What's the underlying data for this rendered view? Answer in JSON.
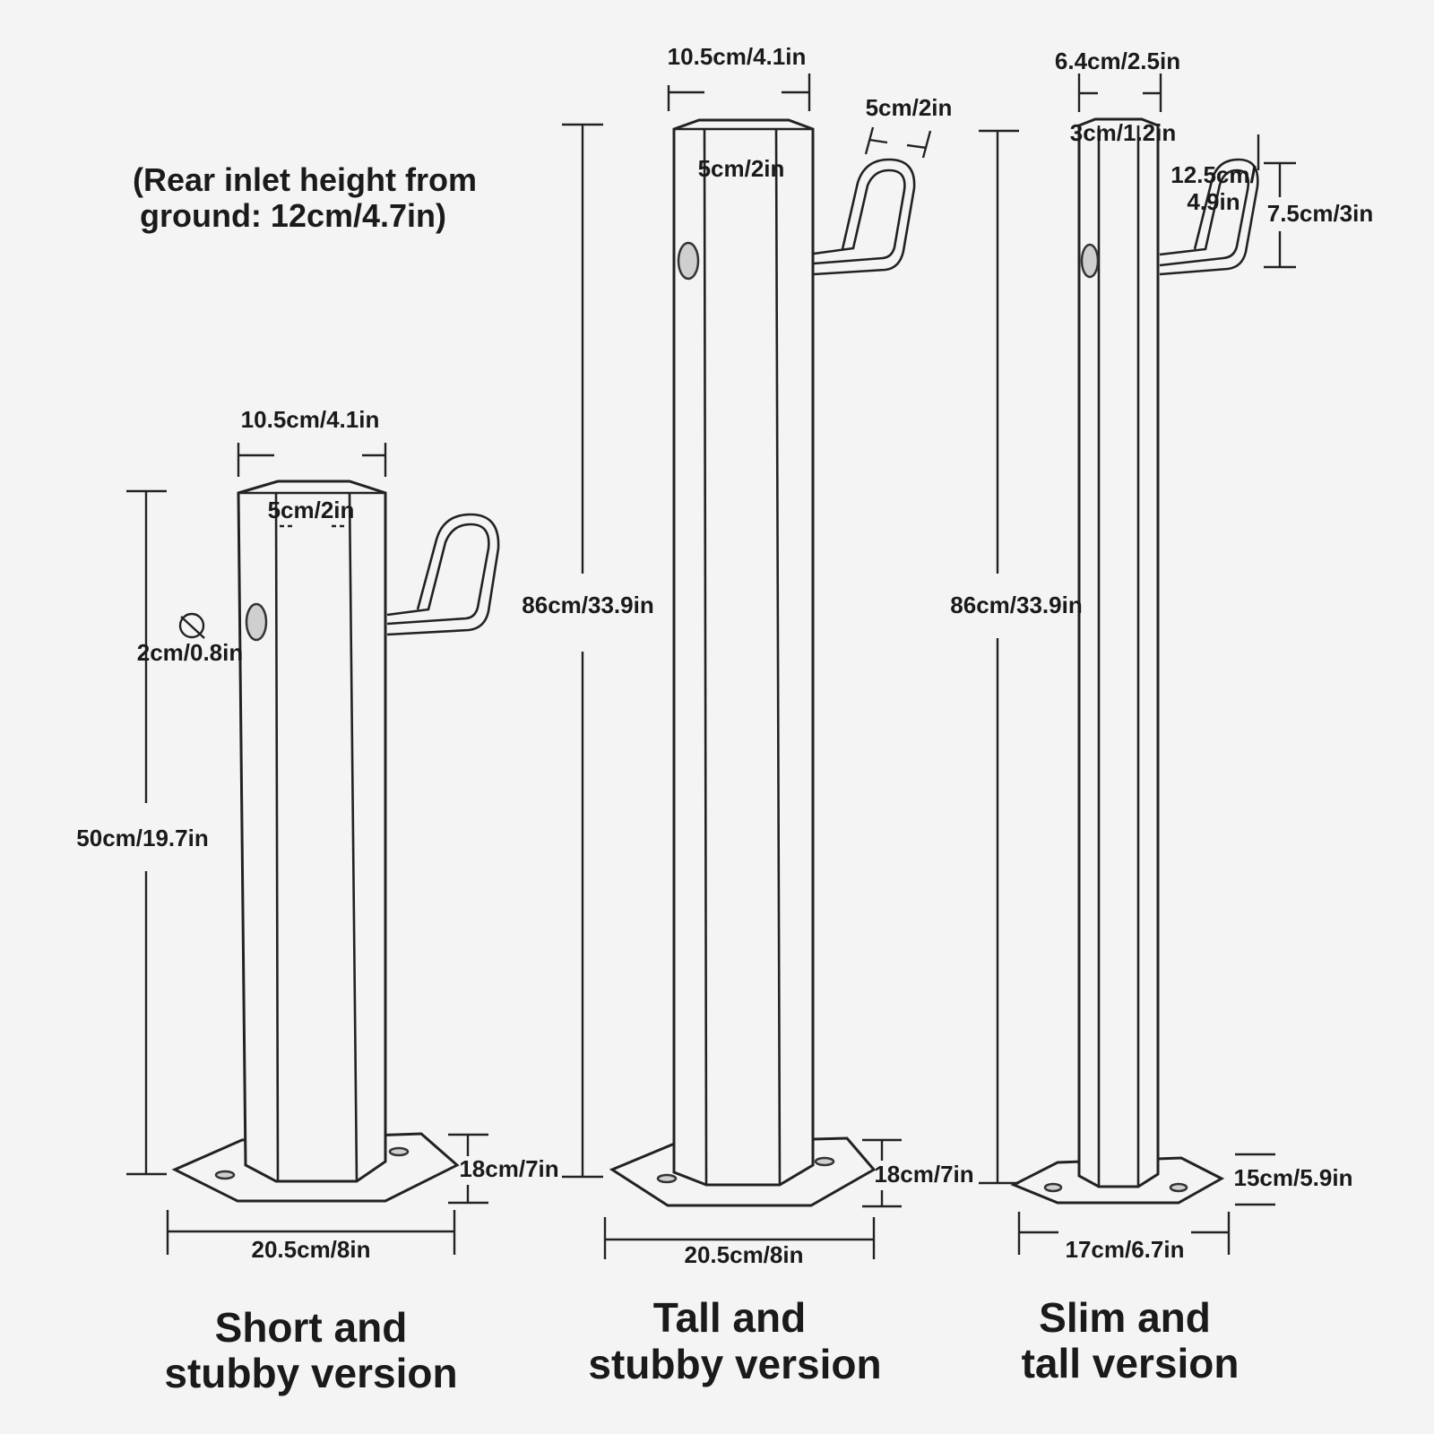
{
  "note": {
    "line1": "(Rear inlet height from",
    "line2": "ground: 12cm/4.7in)"
  },
  "short_version": {
    "title_line1": "Short and",
    "title_line2": "stubby version",
    "top_width": "10.5cm/4.1in",
    "flat_width": "5cm/2in",
    "hole_diameter": "2cm/0.8in",
    "height": "50cm/19.7in",
    "base_height": "18cm/7in",
    "base_width": "20.5cm/8in"
  },
  "tall_stubby_version": {
    "title_line1": "Tall and",
    "title_line2": "stubby version",
    "top_width": "10.5cm/4.1in",
    "flat_width": "5cm/2in",
    "handle_width": "5cm/2in",
    "height": "86cm/33.9in",
    "base_height": "18cm/7in",
    "base_width": "20.5cm/8in"
  },
  "slim_tall_version": {
    "title_line1": "Slim and",
    "title_line2": "tall version",
    "top_width": "6.4cm/2.5in",
    "flat_width": "3cm/1.2in",
    "handle_length_line1": "12.5cm/",
    "handle_length_line2": "4.9in",
    "handle_height": "7.5cm/3in",
    "height": "86cm/33.9in",
    "base_height": "15cm/5.9in",
    "base_width": "17cm/6.7in"
  }
}
